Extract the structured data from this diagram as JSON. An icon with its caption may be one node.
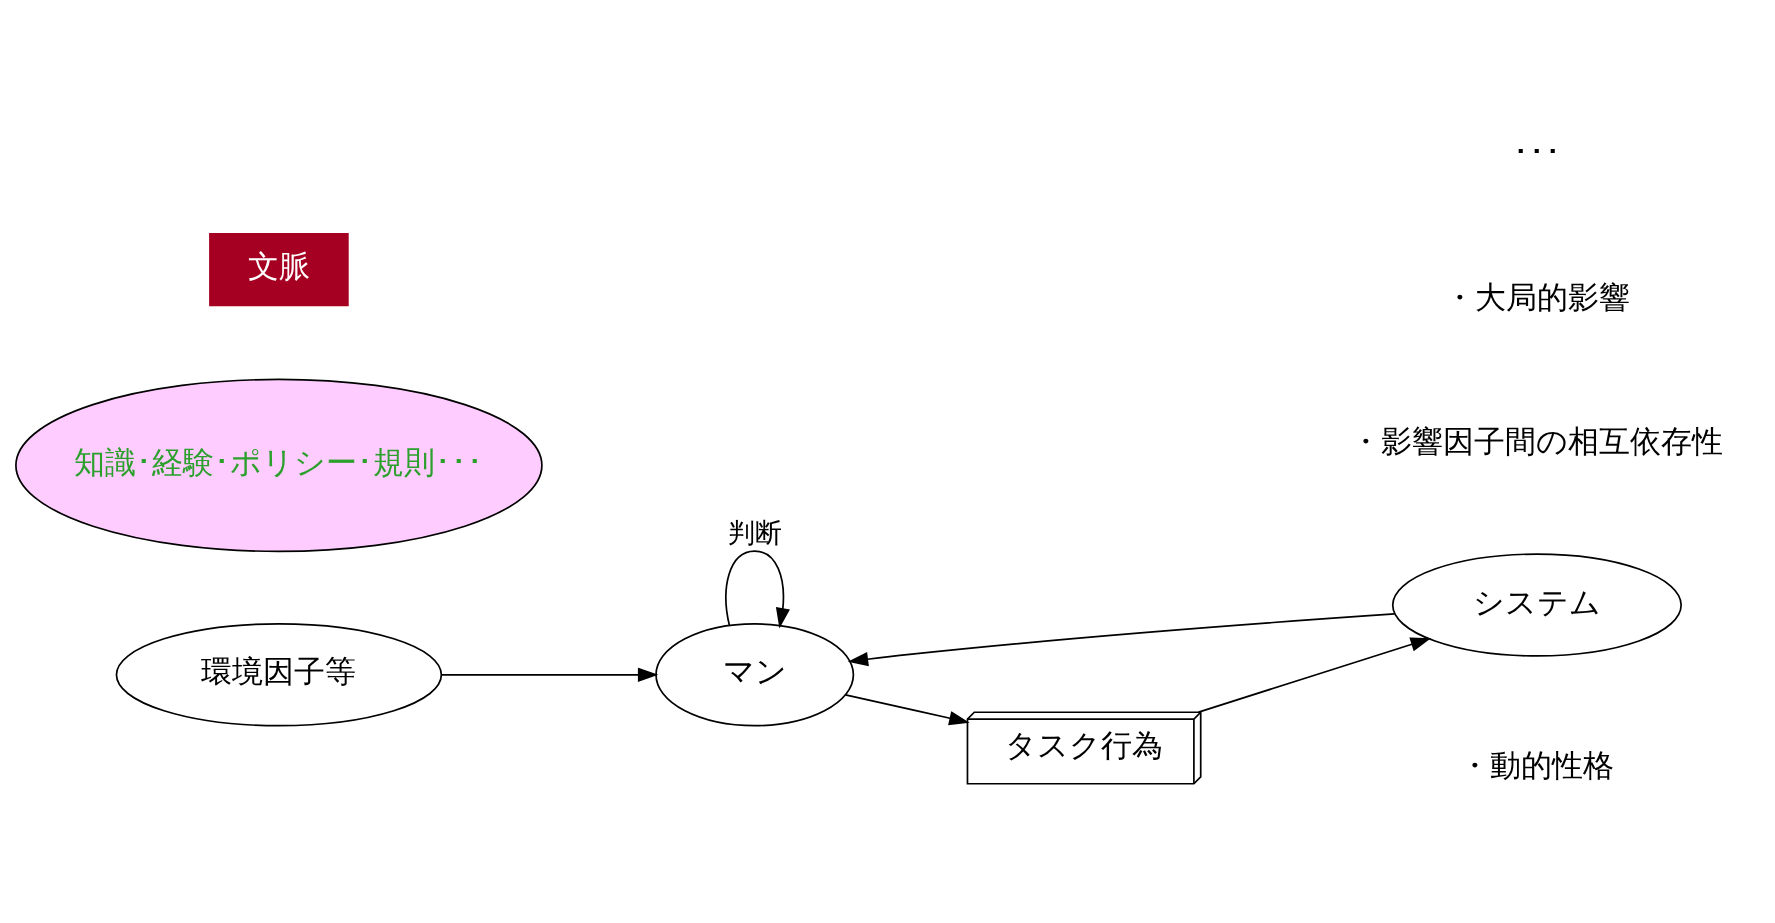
{
  "diagram": {
    "nodes": [
      {
        "text": [
          "環境因子等"
        ]
      },
      {
        "text": [
          "システム"
        ]
      },
      {
        "text": [
          "マン"
        ]
      },
      {
        "text": [
          "タスク行為"
        ]
      },
      {
        "text": [
          "知識･経験･ポリシー･規則･･･"
        ]
      },
      {
        "text": [
          "文脈"
        ]
      }
    ],
    "edges": [
      {
        "from": 0,
        "to": 2,
        "arrow": "to"
      },
      {
        "from": 1,
        "to": 2,
        "arrow": "to"
      },
      {
        "from": 2,
        "to": 2,
        "arrow": "to",
        "label": "判断"
      },
      {
        "from": 2,
        "to": 3,
        "arrow": "to"
      },
      {
        "from": 3,
        "to": 1,
        "arrow": "to"
      }
    ],
    "labels": [
      "・動的性格",
      "・影響因子間の相互依存性",
      "・大局的影響",
      "･･･"
    ]
  }
}
